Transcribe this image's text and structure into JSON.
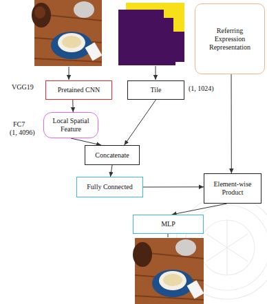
{
  "diagram": {
    "nodes": [
      {
        "text": [
          "Referring Expression Representation"
        ]
      },
      {
        "text": [
          "Pretained CNN"
        ]
      },
      {
        "text": [
          "Tile"
        ]
      },
      {
        "text": [
          "Local Spatial Feature"
        ]
      },
      {
        "text": [
          "Concatenate"
        ]
      },
      {
        "text": [
          "Fully Connected"
        ]
      },
      {
        "text": [
          "Element-wise Product"
        ]
      },
      {
        "text": [
          "MLP"
        ]
      }
    ],
    "edges": [
      {
        "from": 1,
        "to": 3,
        "arrow": "to"
      },
      {
        "from": 2,
        "to": 4,
        "arrow": "to"
      },
      {
        "from": 3,
        "to": 4,
        "arrow": "to"
      },
      {
        "from": 4,
        "to": 5,
        "arrow": "to"
      },
      {
        "from": 5,
        "to": 6,
        "arrow": "to"
      },
      {
        "from": 0,
        "to": 6,
        "arrow": "to"
      },
      {
        "from": 6,
        "to": 7,
        "arrow": "to"
      }
    ],
    "labels": [
      "VGG19",
      "FC7",
      "(1, 4096)",
      "(1, 1024)"
    ]
  }
}
